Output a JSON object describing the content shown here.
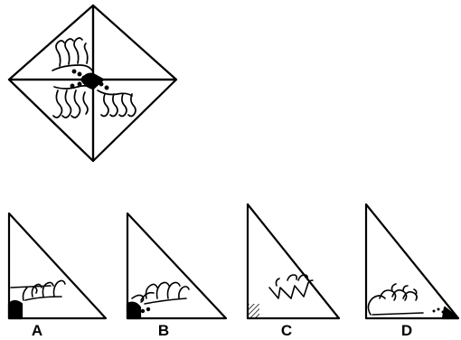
{
  "options": {
    "a": "A",
    "b": "B",
    "c": "C",
    "d": "D"
  }
}
